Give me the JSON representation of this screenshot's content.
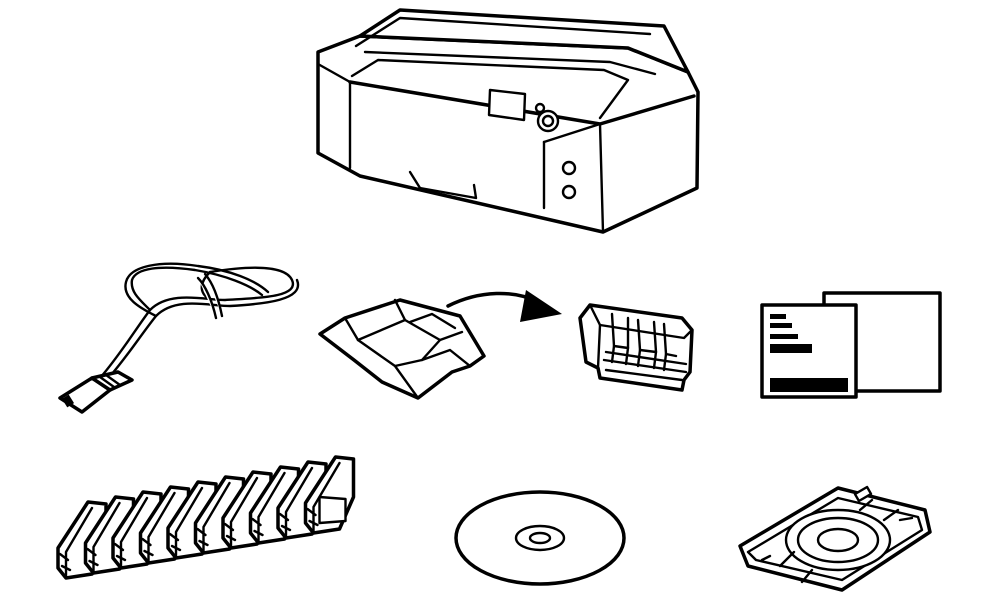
{
  "colors": {
    "line": "#000000",
    "background": "#ffffff"
  },
  "items": [
    {
      "id": "printer",
      "icon": "printer-icon"
    },
    {
      "id": "power-cord",
      "icon": "power-cord-icon"
    },
    {
      "id": "print-head-package",
      "icon": "print-head-package-icon"
    },
    {
      "id": "unpack-arrow",
      "icon": "arrow-icon"
    },
    {
      "id": "print-head",
      "icon": "print-head-icon"
    },
    {
      "id": "manuals",
      "icon": "manual-documents-icon"
    },
    {
      "id": "ink-tanks",
      "icon": "ink-tanks-icon",
      "count": 10
    },
    {
      "id": "setup-cd",
      "icon": "cd-rom-icon"
    },
    {
      "id": "disc-tray",
      "icon": "disc-tray-icon"
    }
  ]
}
